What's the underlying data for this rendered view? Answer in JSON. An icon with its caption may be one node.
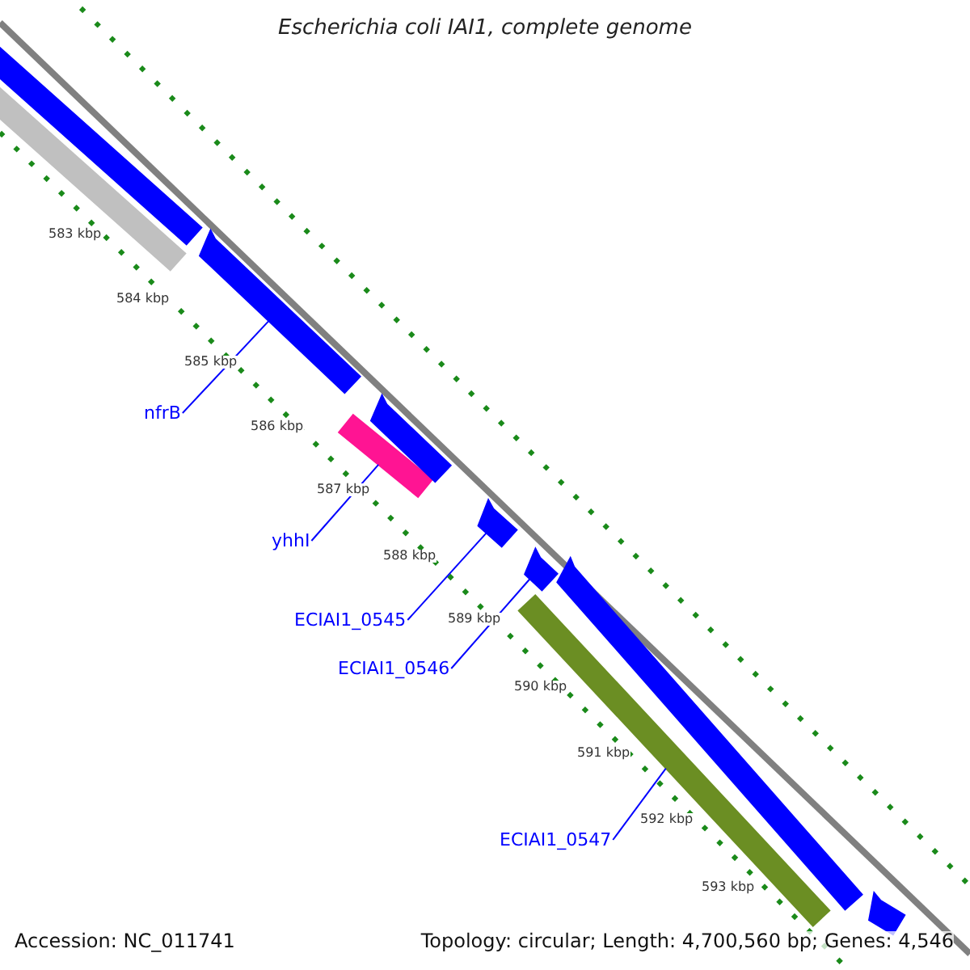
{
  "diagram": {
    "title": "Escherichia coli IAI1, complete genome",
    "nodes": [
      {
        "text": [],
        "shape": "bar"
      },
      {
        "text": [],
        "shape": "bar"
      },
      {
        "text": [],
        "shape": "bar"
      },
      {
        "text": [],
        "shape": "bar"
      },
      {
        "text": [],
        "shape": "bar"
      },
      {
        "text": [],
        "shape": "bar"
      },
      {
        "text": [],
        "shape": "bar"
      },
      {
        "text": [],
        "shape": "bar"
      },
      {
        "text": [],
        "shape": "bar"
      },
      {
        "text": [],
        "shape": "bar"
      },
      {
        "text": [
          "nfrB"
        ]
      },
      {
        "text": [
          "yhhI"
        ]
      },
      {
        "text": [
          "ECIAI1_0545"
        ]
      },
      {
        "text": [
          "ECIAI1_0546"
        ]
      },
      {
        "text": [
          "ECIAI1_0547"
        ]
      }
    ],
    "edges": [
      {
        "from": 10,
        "to": 2,
        "arrow": "none"
      },
      {
        "from": 11,
        "to": 3,
        "arrow": "none"
      },
      {
        "from": 12,
        "to": 5,
        "arrow": "none"
      },
      {
        "from": 13,
        "to": 6,
        "arrow": "none"
      },
      {
        "from": 14,
        "to": 8,
        "arrow": "none"
      }
    ],
    "labels": [
      "583 kbp",
      "584 kbp",
      "585 kbp",
      "586 kbp",
      "587 kbp",
      "588 kbp",
      "589 kbp",
      "590 kbp",
      "591 kbp",
      "592 kbp",
      "593 kbp",
      "Accession: NC_011741",
      "Topology: circular; Length: 4,700,560 bp; Genes: 4,546"
    ]
  }
}
